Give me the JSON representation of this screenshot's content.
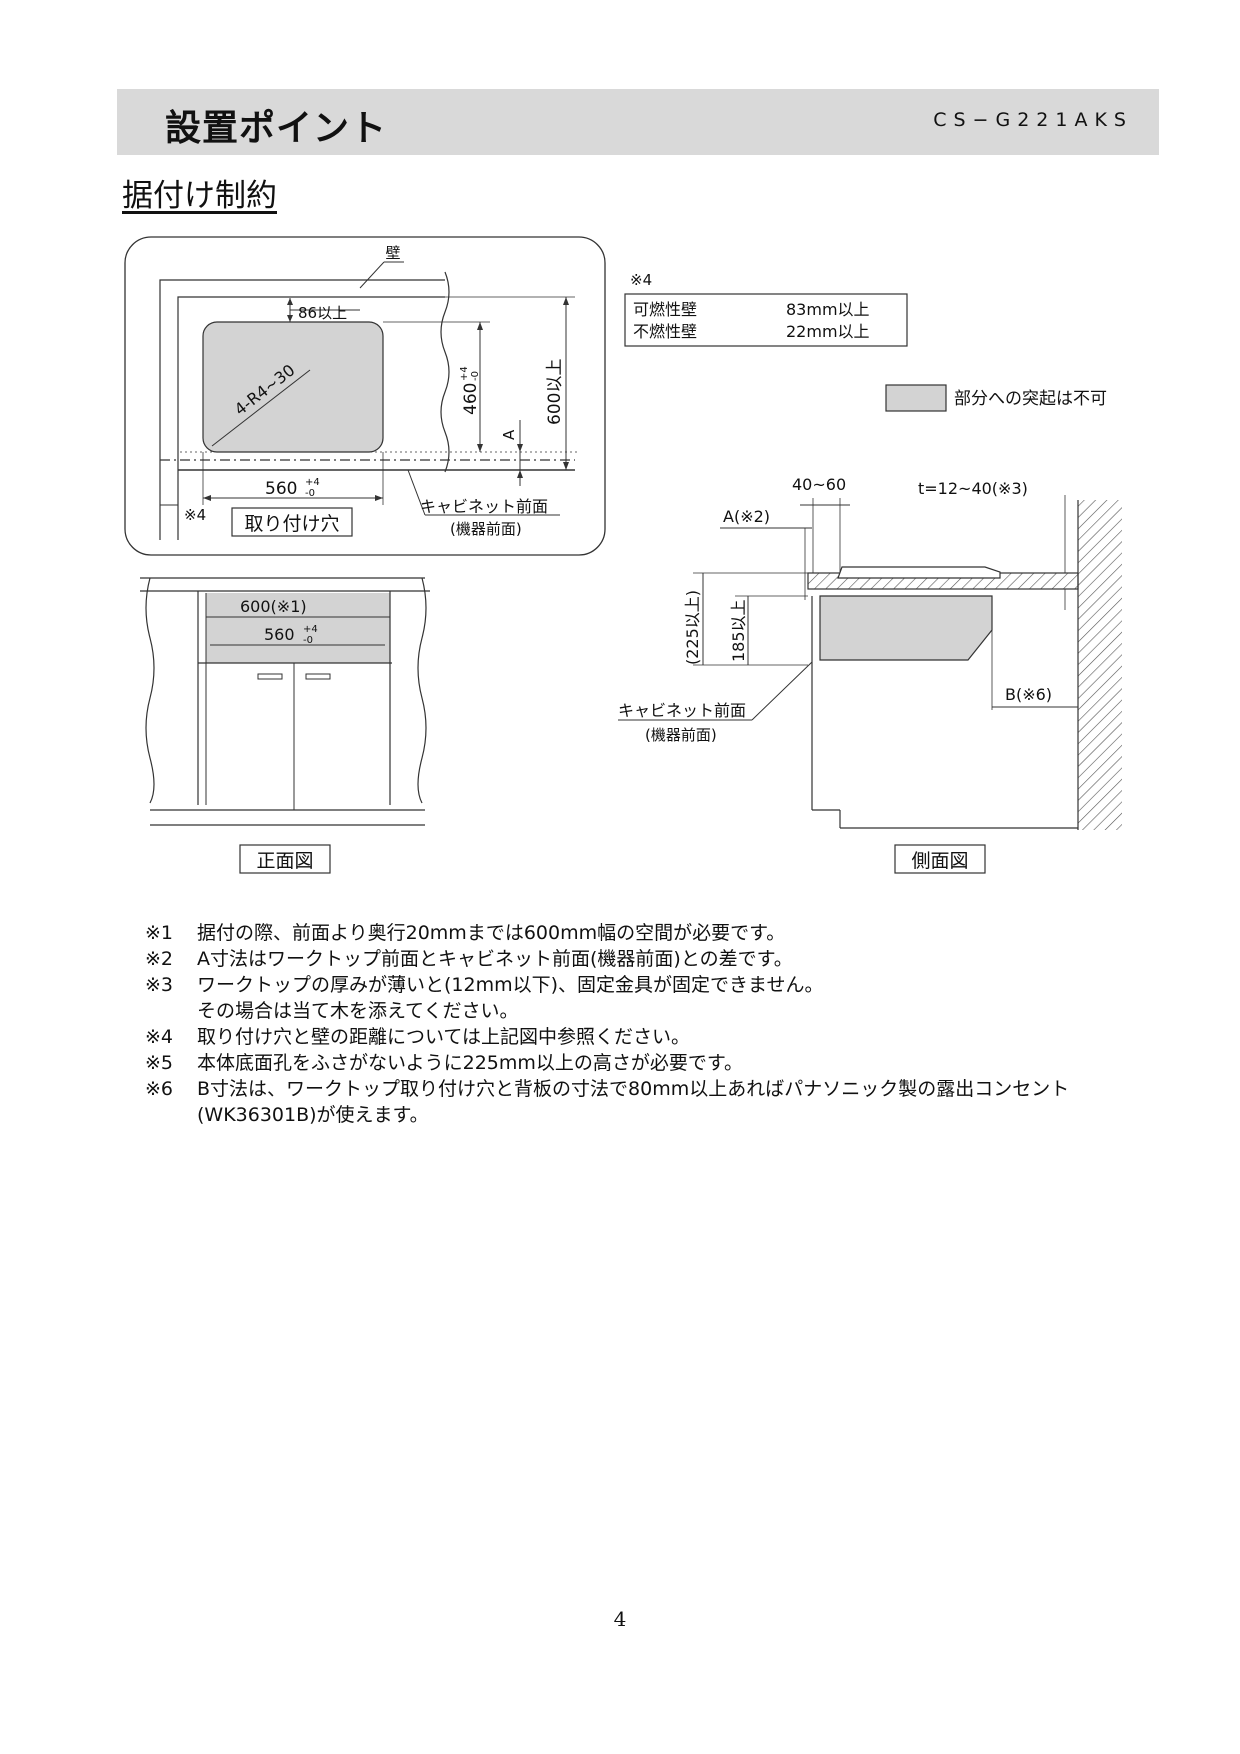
{
  "header": {
    "title": "設置ポイント",
    "model": "CS−G221AKS"
  },
  "section_title": "据付け制約",
  "top_view": {
    "wall_label": "壁",
    "dim_86": "86以上",
    "dim_460": "460",
    "dim_460_tol_plus": "+4",
    "dim_460_tol_minus": "-0",
    "dim_600": "600以上",
    "dim_a": "A",
    "corner_radius": "4-R4~30",
    "dim_560": "560",
    "dim_560_tol_plus": "+4",
    "dim_560_tol_minus": "-0",
    "note4_mark": "※4",
    "hole_label": "取り付け穴",
    "cabinet_front": "キャビネット前面",
    "device_front": "(機器前面)"
  },
  "wall_table": {
    "mark": "※4",
    "rows": [
      {
        "label": "可燃性壁",
        "value": "83mm以上"
      },
      {
        "label": "不燃性壁",
        "value": "22mm以上"
      }
    ]
  },
  "legend": {
    "text": "部分への突起は不可"
  },
  "front_view": {
    "dim_600": "600(※1)",
    "dim_560": "560",
    "dim_560_tol_plus": "+4",
    "dim_560_tol_minus": "-0",
    "label": "正面図"
  },
  "side_view": {
    "dim_40_60": "40~60",
    "dim_t": "t=12~40(※3)",
    "dim_a": "A(※2)",
    "dim_225": "(225以上)",
    "dim_185": "185以上",
    "dim_b": "B(※6)",
    "cabinet_front": "キャビネット前面",
    "device_front": "(機器前面)",
    "label": "側面図"
  },
  "notes": [
    {
      "mark": "※1",
      "lines": [
        "据付の際、前面より奥行20mmまでは600mm幅の空間が必要です。"
      ]
    },
    {
      "mark": "※2",
      "lines": [
        "A寸法はワークトップ前面とキャビネット前面(機器前面)との差です。"
      ]
    },
    {
      "mark": "※3",
      "lines": [
        "ワークトップの厚みが薄いと(12mm以下)、固定金具が固定できません。",
        "その場合は当て木を添えてください。"
      ]
    },
    {
      "mark": "※4",
      "lines": [
        "取り付け穴と壁の距離については上記図中参照ください。"
      ]
    },
    {
      "mark": "※5",
      "lines": [
        "本体底面孔をふさがないように225mm以上の高さが必要です。"
      ]
    },
    {
      "mark": "※6",
      "lines": [
        "B寸法は、ワークトップ取り付け穴と背板の寸法で80mm以上あればパナソニック製の露出コンセント",
        "(WK36301B)が使えます。"
      ]
    }
  ],
  "page_number": "4"
}
